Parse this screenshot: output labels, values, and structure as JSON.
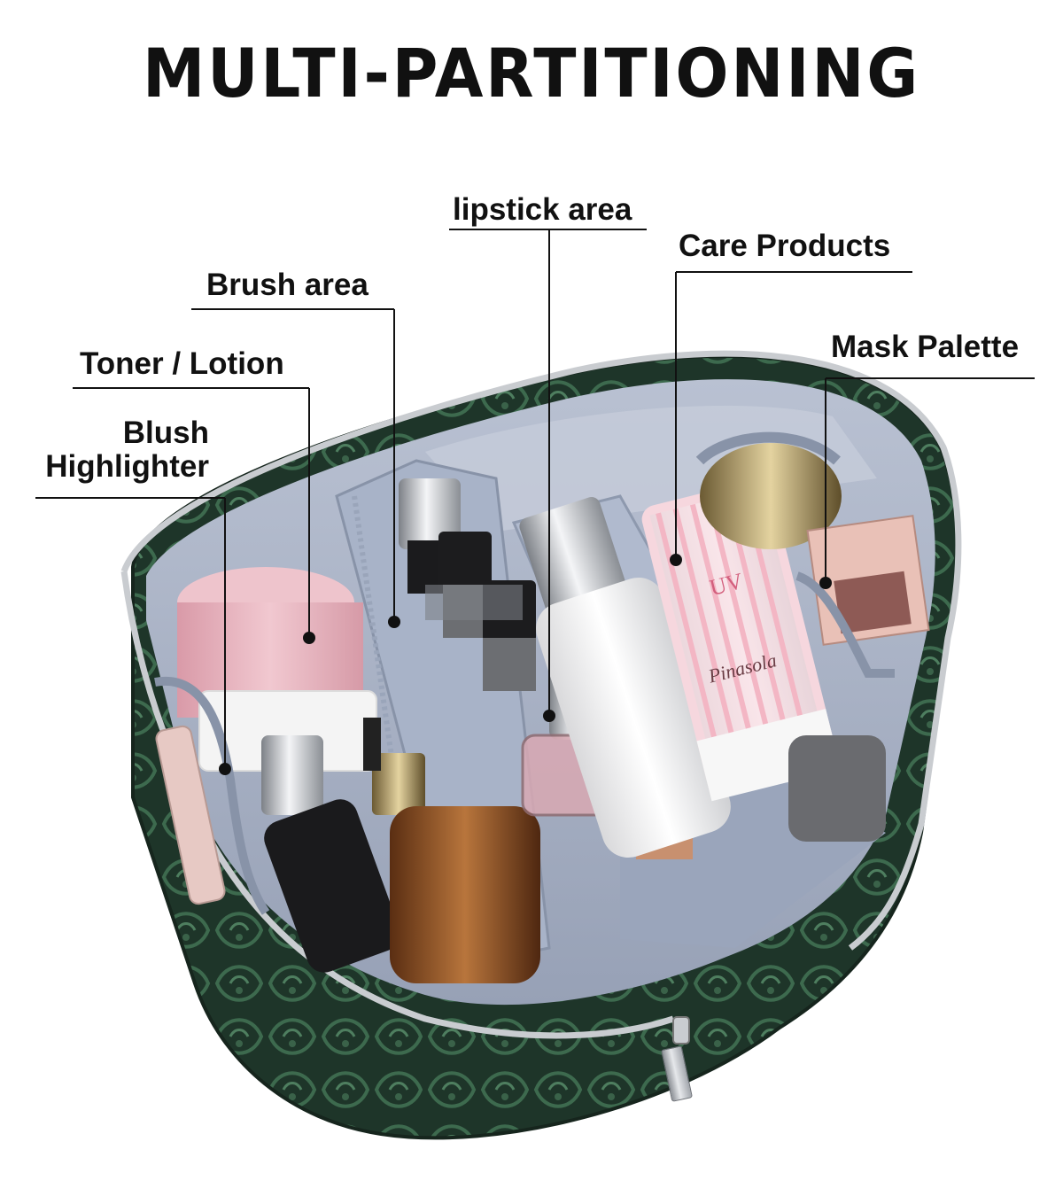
{
  "title": "MULTI-PARTITIONING",
  "labels": {
    "lipstick": "lipstick area",
    "care": "Care Products",
    "brush": "Brush area",
    "mask": "Mask Palette",
    "toner": "Toner / Lotion",
    "blush_line1": "Blush",
    "blush_line2": "Highlighter"
  },
  "product_text": {
    "sunscreen_brand": "Pinasola",
    "sunscreen_uv": "UV"
  },
  "colors": {
    "bag_exterior": "#1f3a30",
    "bag_embossed": "#3f6b4f",
    "lining": "#a9b3c6",
    "zipper": "#c9ccd0",
    "jar_pink": "#e9b7c0",
    "tube_pink": "#f4c9d3",
    "callout_line": "#111111"
  },
  "icons": [
    "zipper-pull-icon",
    "callout-dot-icon"
  ]
}
